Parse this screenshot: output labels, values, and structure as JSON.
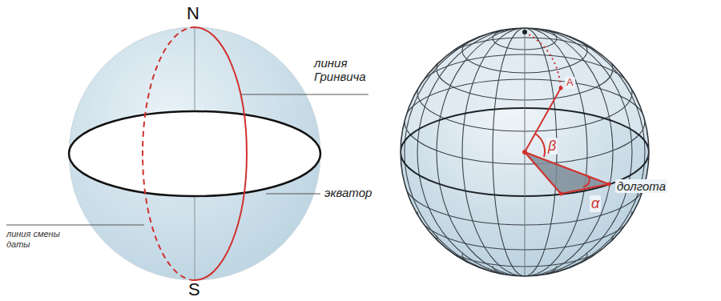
{
  "diagram": {
    "labels": [
      "N",
      "линия Гринвича",
      "экватор",
      "линия смены даты",
      "S",
      "A",
      "β",
      "α",
      "долгота"
    ]
  }
}
